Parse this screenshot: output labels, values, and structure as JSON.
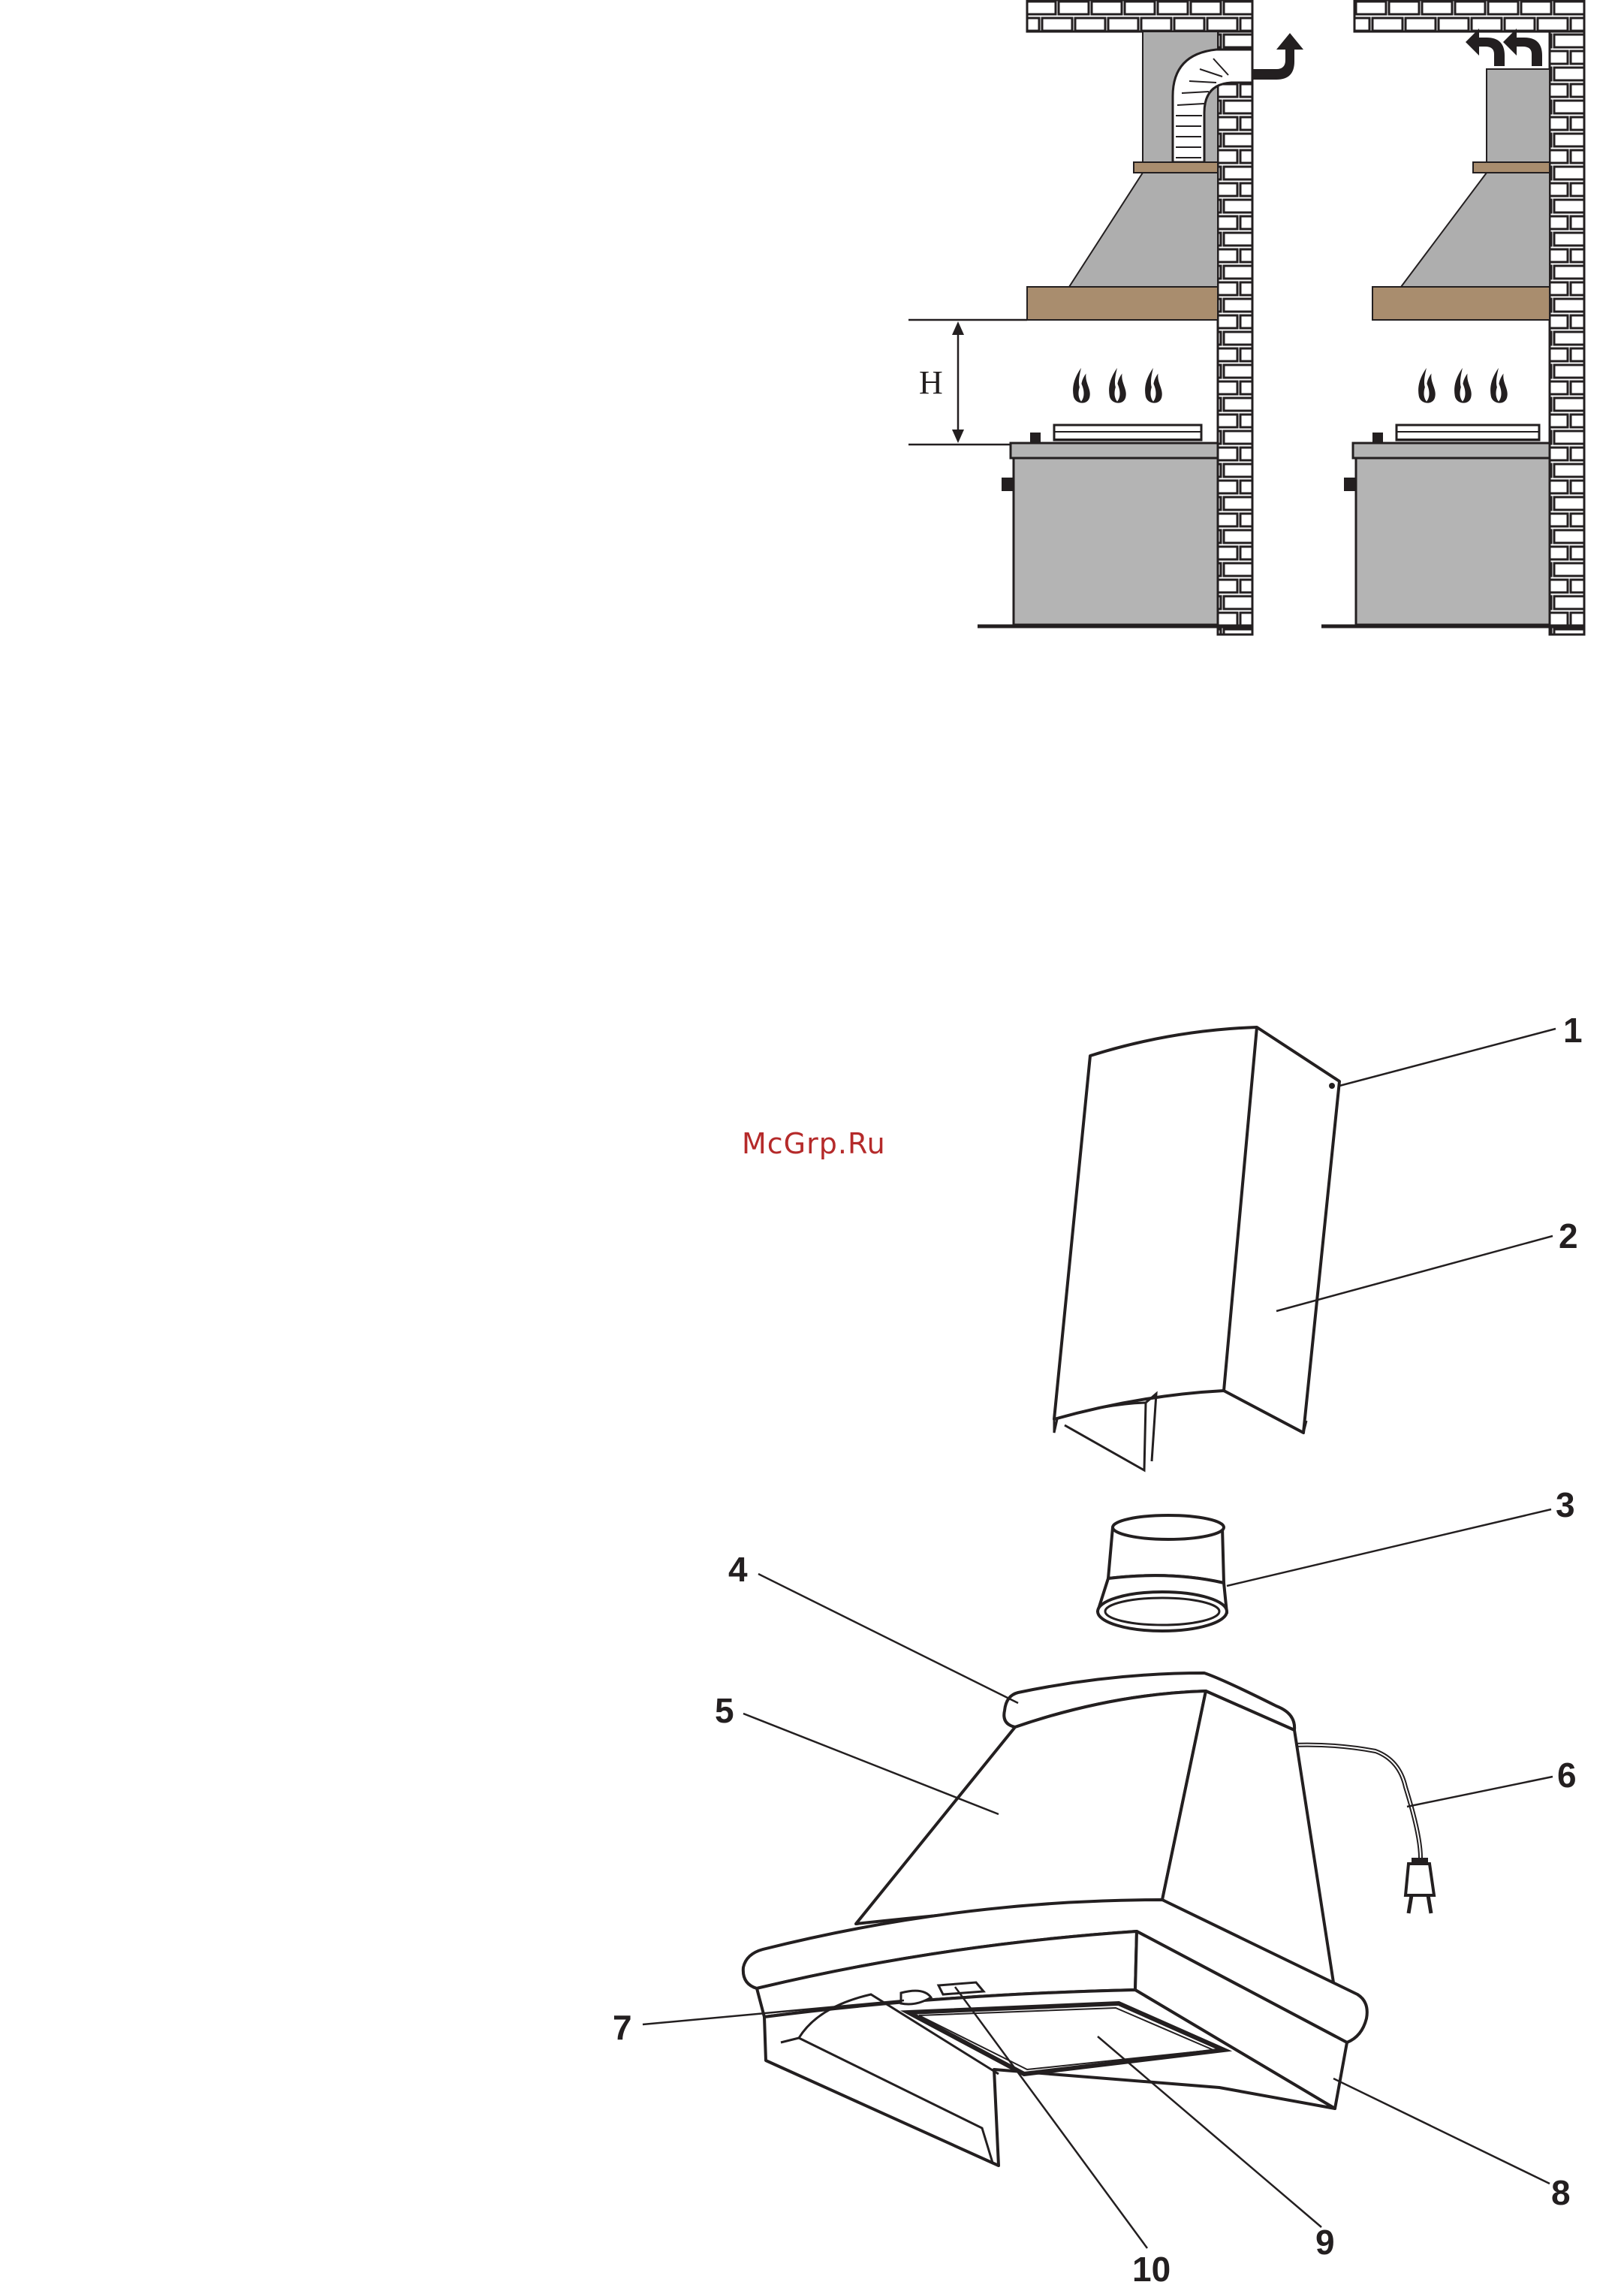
{
  "watermark": "McGrp.Ru",
  "install_diagrams": {
    "dimension_label": "H",
    "colors": {
      "wall_mortar": "#ffffff",
      "wall_line": "#231f20",
      "hood_gray": "#aeaeae",
      "wood": "#a98d6e",
      "stove_gray": "#b4b4b4"
    }
  },
  "parts_callouts": [
    "1",
    "2",
    "3",
    "4",
    "5",
    "6",
    "7",
    "8",
    "9",
    "10"
  ]
}
